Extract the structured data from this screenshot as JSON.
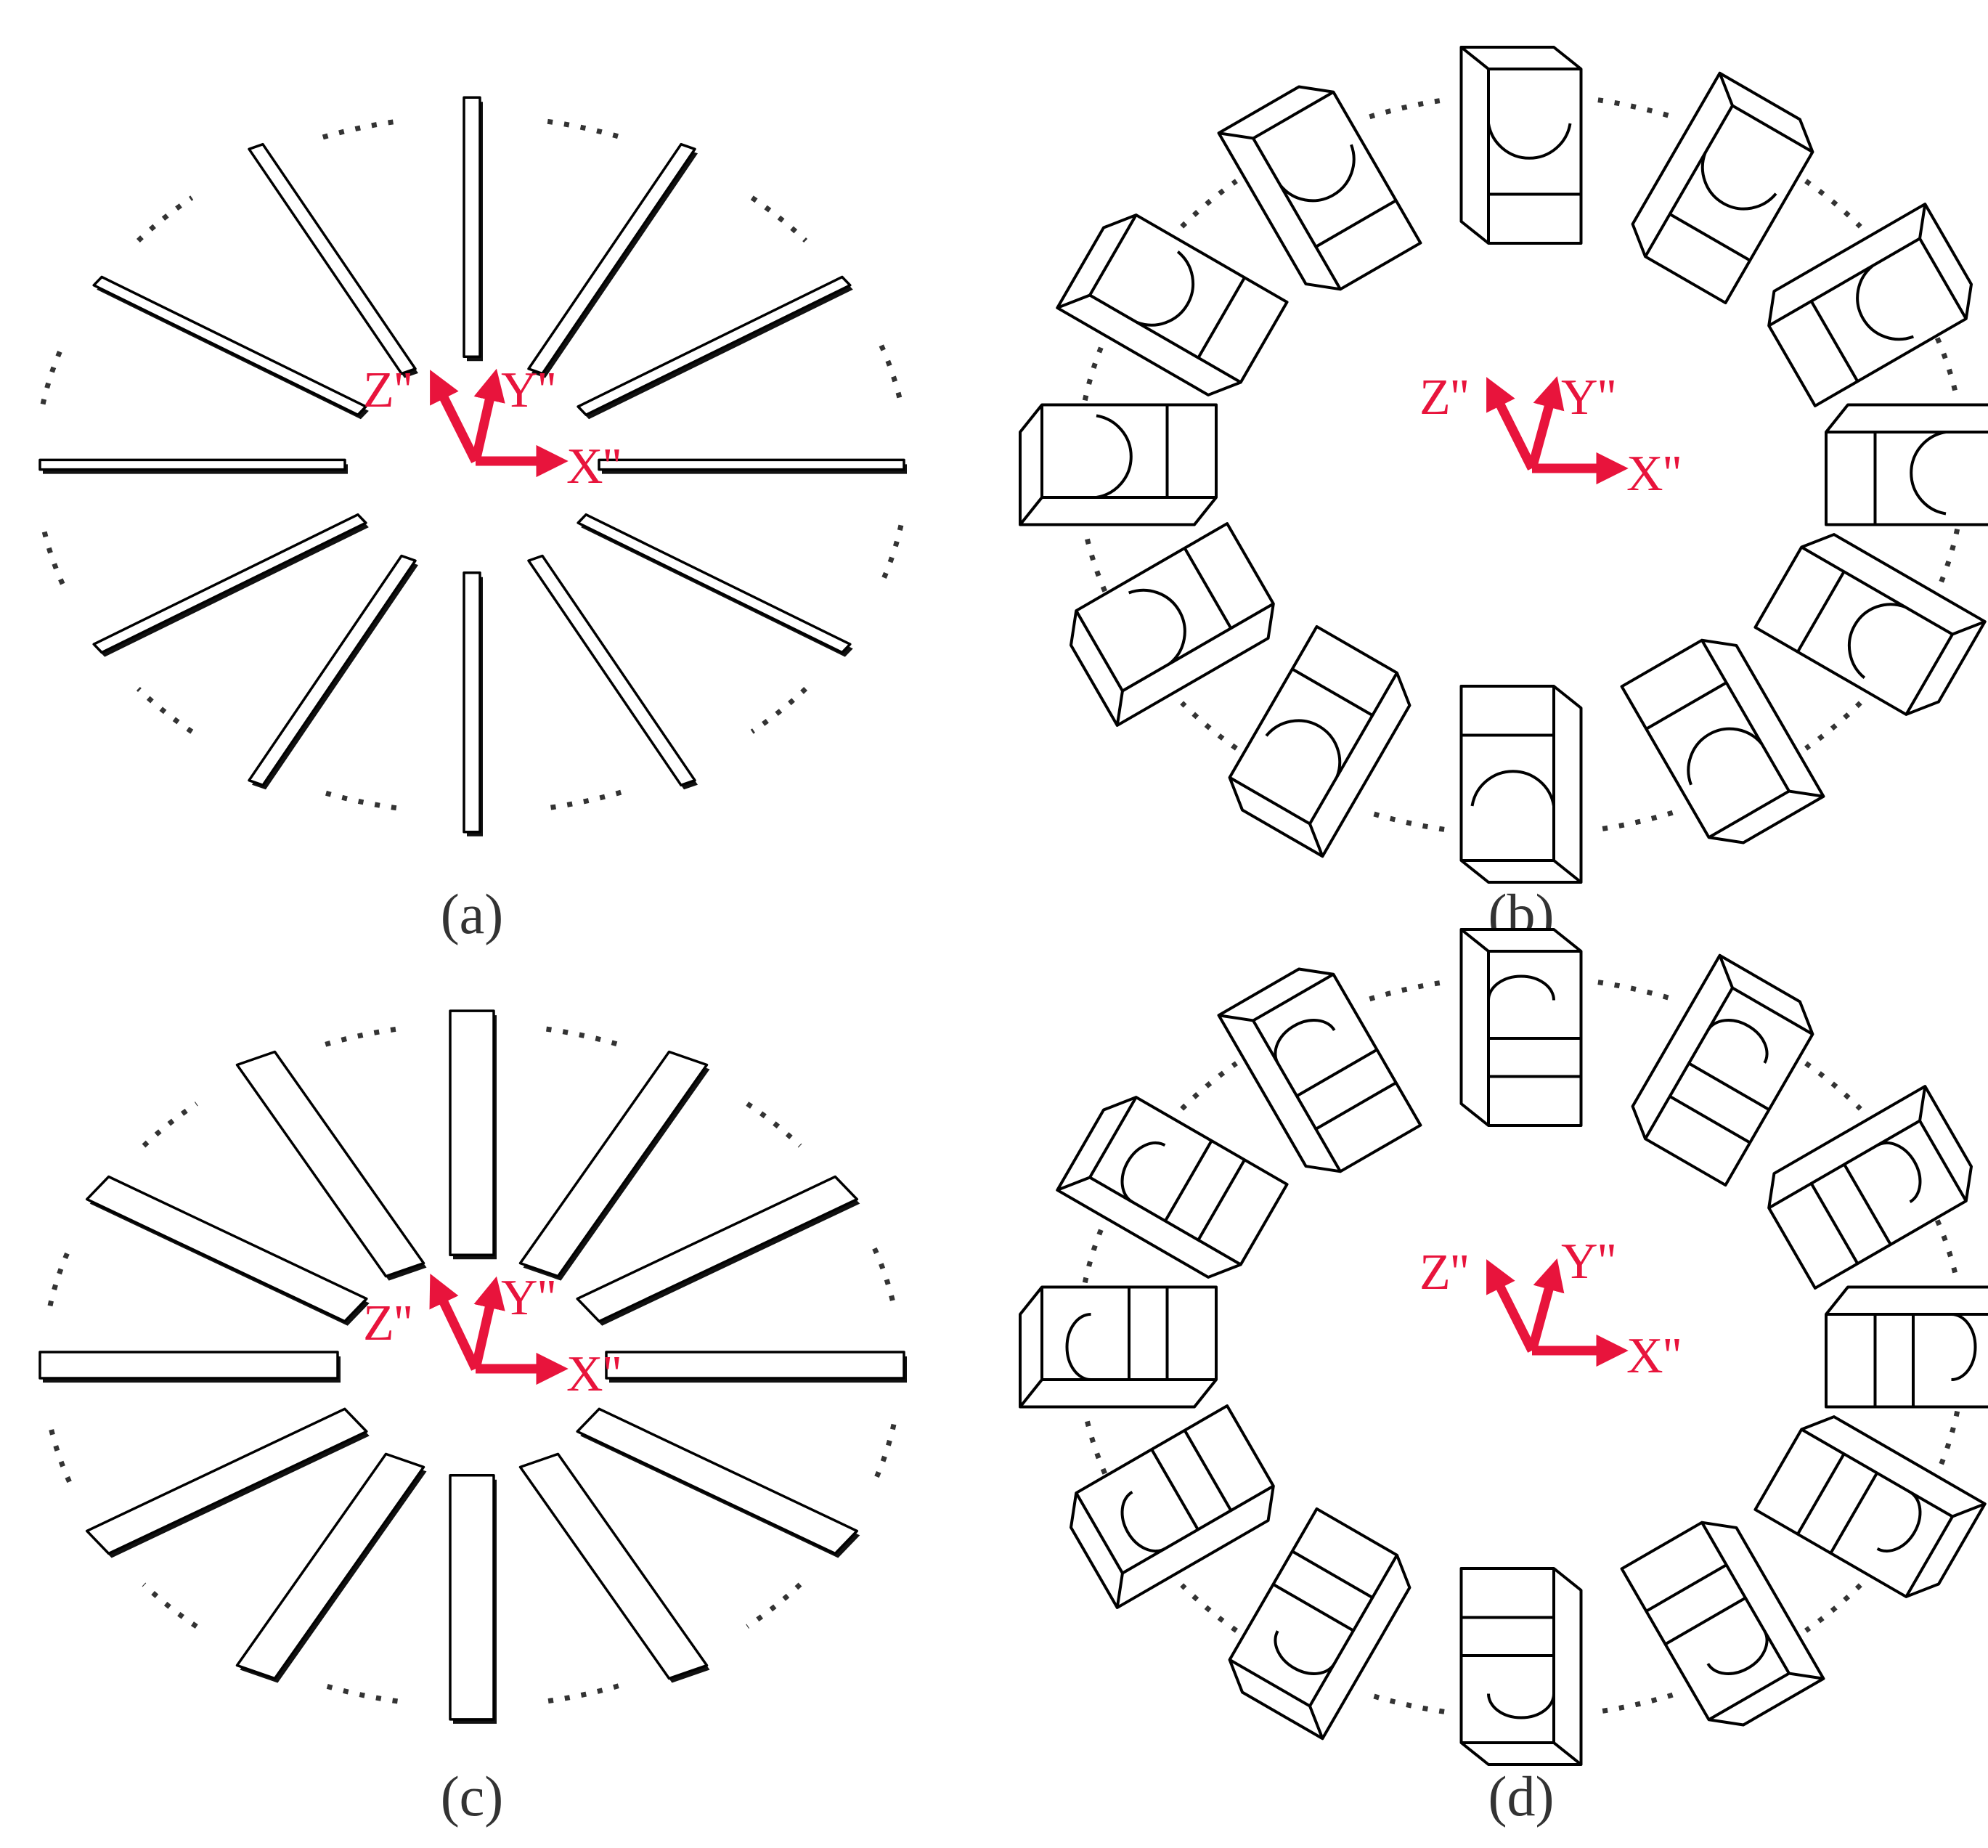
{
  "colors": {
    "axis": "#e8143c",
    "ink": "#000000",
    "caption": "#333333"
  },
  "panels": [
    {
      "id": "a",
      "caption": "(a)",
      "style": "thin-plates",
      "axes": {
        "x": "X''",
        "y": "Y''",
        "z": "Z''"
      }
    },
    {
      "id": "b",
      "caption": "(b)",
      "style": "curved-blocks",
      "axes": {
        "x": "X''",
        "y": "Y''",
        "z": "Z''"
      }
    },
    {
      "id": "c",
      "caption": "(c)",
      "style": "wide-plates",
      "axes": {
        "x": "X''",
        "y": "Y''",
        "z": "Z''"
      }
    },
    {
      "id": "d",
      "caption": "(d)",
      "style": "rotated-blocks",
      "axes": {
        "x": "X''",
        "y": "Y''",
        "z": "Z''"
      }
    }
  ]
}
